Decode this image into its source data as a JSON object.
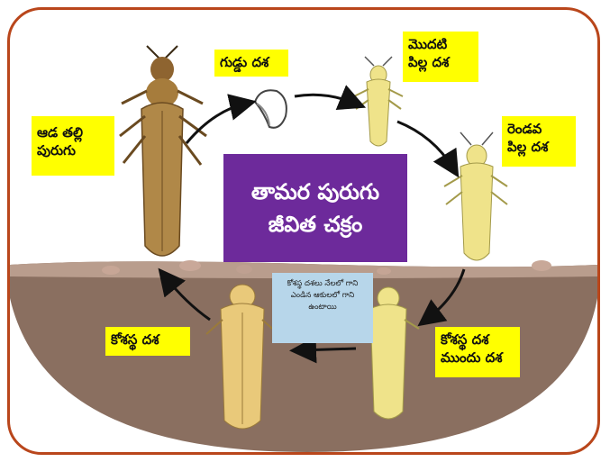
{
  "title": {
    "line1": "తామర పురుగు",
    "line2": "జీవిత చక్రం"
  },
  "stages": {
    "egg": "గుడ్డు దశ",
    "first_nymph_line1": "మొదటి",
    "first_nymph_line2": "పిల్ల దశ",
    "second_nymph_line1": "రెండవ",
    "second_nymph_line2": "పిల్ల దశ",
    "prepupa_line1": "కోశస్థ దశ",
    "prepupa_line2": "ముందు దశ",
    "pupa": "కోశస్థ దశ",
    "adult_line1": "ఆడ తల్లి",
    "adult_line2": "పురుగు"
  },
  "note": "కోశస్థ దశలు నేలలో గాని ఎండిన ఆకులలో గాని ఉంటాయి",
  "colors": {
    "border": "#b9461b",
    "label_bg": "#ffff00",
    "title_bg": "#6d2a9b",
    "note_bg": "#b7d6ea",
    "soil": "#8a6f60",
    "insect_adult": "#a67c3c",
    "insect_nymph": "#efe38a",
    "insect_pupa": "#e9c97a"
  }
}
